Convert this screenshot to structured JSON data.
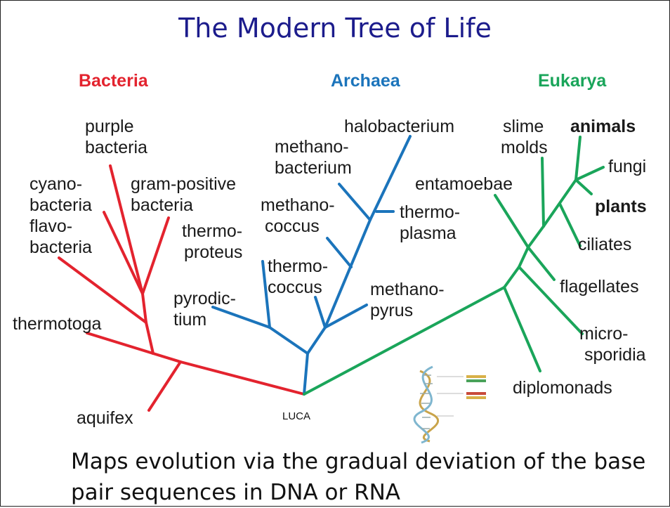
{
  "title": "The Modern Tree of Life",
  "caption": {
    "line1": "Maps evolution via the gradual deviation of the base",
    "line2": "pair sequences in DNA or RNA"
  },
  "colors": {
    "bacteria": "#e3232e",
    "archaea": "#1b74bb",
    "eukarya": "#1aa55a",
    "title": "#1c1c8c"
  },
  "domains": {
    "bacteria": "Bacteria",
    "archaea": "Archaea",
    "eukarya": "Eukarya"
  },
  "root_label": "LUCA",
  "bacteria_labels": {
    "purple": [
      "purple",
      "bacteria"
    ],
    "cyano": [
      "cyano-",
      "bacteria"
    ],
    "gram": [
      "gram-positive",
      "bacteria"
    ],
    "flavo": [
      "flavo-",
      "bacteria"
    ],
    "thermotoga": "thermotoga",
    "aquifex": "aquifex"
  },
  "archaea_labels": {
    "halobacterium": "halobacterium",
    "methanobacterium": [
      "methano-",
      "bacterium"
    ],
    "methanococcus": [
      "methano-",
      "coccus"
    ],
    "thermoplasma": [
      "thermo-",
      "plasma"
    ],
    "thermoproteus": [
      "thermo-",
      "proteus"
    ],
    "thermococcus": [
      "thermo-",
      "coccus"
    ],
    "pyrodictium": [
      "pyrodic-",
      "tium"
    ],
    "methanopyrus": [
      "methano-",
      "pyrus"
    ]
  },
  "eukarya_labels": {
    "slime": [
      "slime",
      "molds"
    ],
    "animals": "animals",
    "fungi": "fungi",
    "entamoebae": "entamoebae",
    "plants": "plants",
    "ciliates": "ciliates",
    "flagellates": "flagellates",
    "micro": [
      "micro-",
      "sporidia"
    ],
    "diplomonads": "diplomonads"
  },
  "dna_icon": "dna-double-helix-icon"
}
